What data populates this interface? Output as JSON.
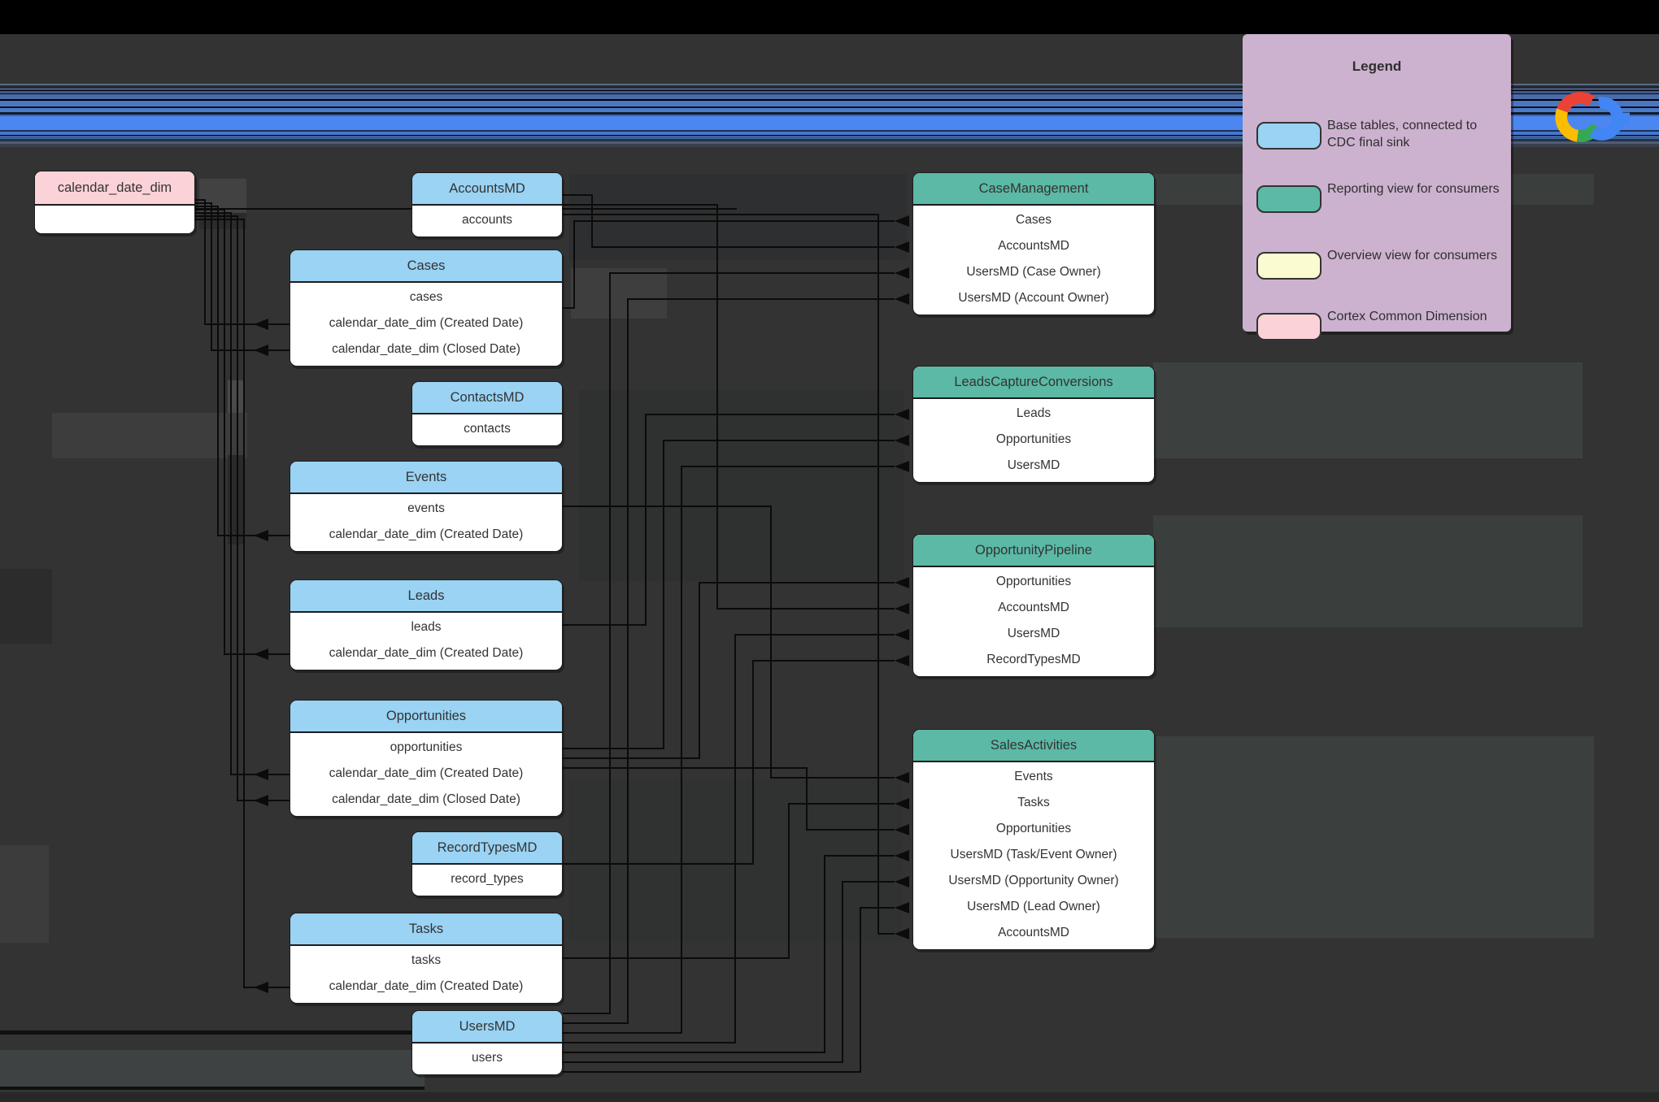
{
  "legend": {
    "title": "Legend",
    "items": [
      {
        "label": "Base tables, connected to CDC final sink",
        "color": "#9ad3f3"
      },
      {
        "label": "Reporting view for consumers",
        "color": "#5bb9a5"
      },
      {
        "label": "Overview view for consumers",
        "color": "#fafbd1"
      },
      {
        "label": "Cortex Common Dimension",
        "color": "#fad2d7"
      }
    ]
  },
  "dimension_box": {
    "title": "calendar_date_dim"
  },
  "base_tables": [
    {
      "id": "AccountsMD",
      "title": "AccountsMD",
      "rows": [
        "accounts"
      ]
    },
    {
      "id": "Cases",
      "title": "Cases",
      "rows": [
        "cases",
        "calendar_date_dim (Created Date)",
        "calendar_date_dim (Closed Date)"
      ]
    },
    {
      "id": "ContactsMD",
      "title": "ContactsMD",
      "rows": [
        "contacts"
      ]
    },
    {
      "id": "Events",
      "title": "Events",
      "rows": [
        "events",
        "calendar_date_dim (Created Date)"
      ]
    },
    {
      "id": "Leads",
      "title": "Leads",
      "rows": [
        "leads",
        "calendar_date_dim (Created Date)"
      ]
    },
    {
      "id": "Opportunities",
      "title": "Opportunities",
      "rows": [
        "opportunities",
        "calendar_date_dim (Created Date)",
        "calendar_date_dim (Closed Date)"
      ]
    },
    {
      "id": "RecordTypesMD",
      "title": "RecordTypesMD",
      "rows": [
        "record_types"
      ]
    },
    {
      "id": "Tasks",
      "title": "Tasks",
      "rows": [
        "tasks",
        "calendar_date_dim (Created Date)"
      ]
    },
    {
      "id": "UsersMD",
      "title": "UsersMD",
      "rows": [
        "users"
      ]
    }
  ],
  "views": [
    {
      "id": "CaseManagement",
      "title": "CaseManagement",
      "rows": [
        "Cases",
        "AccountsMD",
        "UsersMD (Case Owner)",
        "UsersMD (Account Owner)"
      ]
    },
    {
      "id": "LeadsCaptureConversions",
      "title": "LeadsCaptureConversions",
      "rows": [
        "Leads",
        "Opportunities",
        "UsersMD"
      ]
    },
    {
      "id": "OpportunityPipeline",
      "title": "OpportunityPipeline",
      "rows": [
        "Opportunities",
        "AccountsMD",
        "UsersMD",
        "RecordTypesMD"
      ]
    },
    {
      "id": "SalesActivities",
      "title": "SalesActivities",
      "rows": [
        "Events",
        "Tasks",
        "Opportunities",
        "UsersMD (Task/Event Owner)",
        "UsersMD (Opportunity Owner)",
        "UsersMD (Lead Owner)",
        "AccountsMD"
      ]
    }
  ],
  "connections": {
    "view_links": [
      {
        "from": "Cases",
        "to": "CaseManagement",
        "row": 0
      },
      {
        "from": "AccountsMD",
        "to": "CaseManagement",
        "row": 1
      },
      {
        "from": "UsersMD",
        "to": "CaseManagement",
        "row": 2
      },
      {
        "from": "UsersMD",
        "to": "CaseManagement",
        "row": 3
      },
      {
        "from": "Leads",
        "to": "LeadsCaptureConversions",
        "row": 0
      },
      {
        "from": "Opportunities",
        "to": "LeadsCaptureConversions",
        "row": 1
      },
      {
        "from": "UsersMD",
        "to": "LeadsCaptureConversions",
        "row": 2
      },
      {
        "from": "Opportunities",
        "to": "OpportunityPipeline",
        "row": 0
      },
      {
        "from": "AccountsMD",
        "to": "OpportunityPipeline",
        "row": 1
      },
      {
        "from": "UsersMD",
        "to": "OpportunityPipeline",
        "row": 2
      },
      {
        "from": "RecordTypesMD",
        "to": "OpportunityPipeline",
        "row": 3
      },
      {
        "from": "Events",
        "to": "SalesActivities",
        "row": 0
      },
      {
        "from": "Tasks",
        "to": "SalesActivities",
        "row": 1
      },
      {
        "from": "Opportunities",
        "to": "SalesActivities",
        "row": 2
      },
      {
        "from": "UsersMD",
        "to": "SalesActivities",
        "row": 3
      },
      {
        "from": "UsersMD",
        "to": "SalesActivities",
        "row": 4
      },
      {
        "from": "UsersMD",
        "to": "SalesActivities",
        "row": 5
      },
      {
        "from": "AccountsMD",
        "to": "SalesActivities",
        "row": 6
      }
    ],
    "dimension_links": [
      {
        "from": "Cases",
        "row": 1
      },
      {
        "from": "Cases",
        "row": 2
      },
      {
        "from": "Events",
        "row": 1
      },
      {
        "from": "Leads",
        "row": 1
      },
      {
        "from": "Opportunities",
        "row": 1
      },
      {
        "from": "Opportunities",
        "row": 2
      },
      {
        "from": "Tasks",
        "row": 1
      }
    ]
  },
  "colors": {
    "canvas_bg": "#333333",
    "table_header_blue": "#9ad3f3",
    "view_header_teal": "#5bb9a5",
    "dimension_pink": "#fad2d7",
    "overview_yellow": "#fafbd1",
    "legend_bg": "#ccb2cf",
    "accent_band_blue": "#4c86f0",
    "logo_red": "#ea4335",
    "logo_blue": "#4285f4",
    "logo_yellow": "#fbbc04",
    "logo_green": "#34a853"
  }
}
